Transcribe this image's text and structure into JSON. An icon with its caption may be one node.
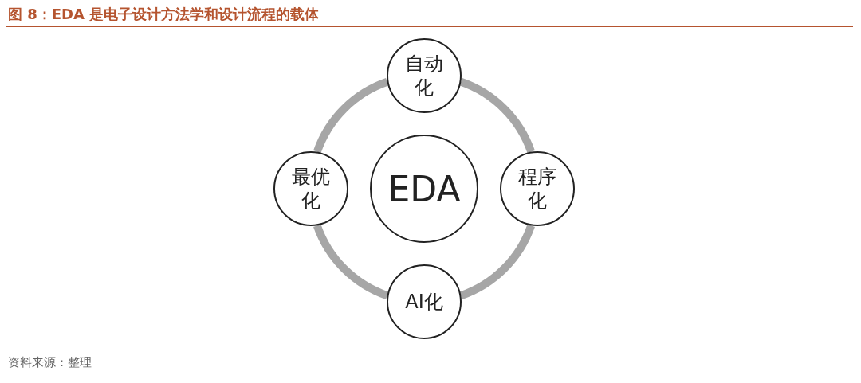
{
  "diagram": {
    "title": "图 8：EDA 是电子设计方法学和设计流程的载体",
    "caption": "资料来源：整理",
    "nodes": [
      {
        "text": [
          "EDA"
        ]
      },
      {
        "text": [
          "自动化"
        ]
      },
      {
        "text": [
          "程序化"
        ]
      },
      {
        "text": [
          "AI化"
        ]
      },
      {
        "text": [
          "最优化"
        ]
      }
    ],
    "edges": [
      {
        "from": 1,
        "to": 2,
        "arrow": "none"
      },
      {
        "from": 2,
        "to": 3,
        "arrow": "none"
      },
      {
        "from": 3,
        "to": 4,
        "arrow": "none"
      },
      {
        "from": 4,
        "to": 1,
        "arrow": "none"
      }
    ]
  }
}
